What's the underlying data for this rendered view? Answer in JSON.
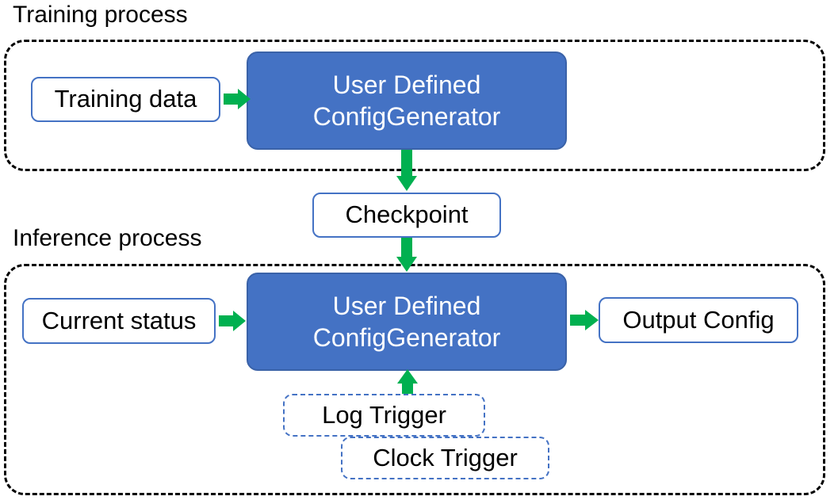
{
  "diagram": {
    "title_training": "Training process",
    "title_inference": "Inference process",
    "colors": {
      "process_fill": "#4472C4",
      "process_text": "#FFFFFF",
      "box_border": "#4472C4",
      "arrow": "#00B050",
      "group_border": "#000000",
      "trigger_border": "#4472C4",
      "text": "#000000"
    }
  },
  "training": {
    "label": "Training process",
    "input_box": {
      "label": "Training data"
    },
    "process_box": {
      "line1": "User Defined",
      "line2": "ConfigGenerator"
    }
  },
  "checkpoint": {
    "label": "Checkpoint"
  },
  "inference": {
    "label": "Inference process",
    "input_box": {
      "label": "Current status"
    },
    "process_box": {
      "line1": "User Defined",
      "line2": "ConfigGenerator"
    },
    "output_box": {
      "label": "Output Config"
    },
    "triggers": [
      {
        "label": "Log Trigger"
      },
      {
        "label": "Clock Trigger"
      }
    ]
  },
  "arrows": [
    {
      "name": "training-data-to-generator",
      "from": "Training data",
      "to": "User Defined ConfigGenerator",
      "direction": "right"
    },
    {
      "name": "generator-to-checkpoint",
      "from": "User Defined ConfigGenerator",
      "to": "Checkpoint",
      "direction": "down"
    },
    {
      "name": "checkpoint-to-inference-generator",
      "from": "Checkpoint",
      "to": "User Defined ConfigGenerator",
      "direction": "down"
    },
    {
      "name": "current-status-to-generator",
      "from": "Current status",
      "to": "User Defined ConfigGenerator",
      "direction": "right"
    },
    {
      "name": "generator-to-output-config",
      "from": "User Defined ConfigGenerator",
      "to": "Output Config",
      "direction": "right"
    },
    {
      "name": "triggers-to-generator",
      "from": "Log Trigger",
      "to": "User Defined ConfigGenerator",
      "direction": "up"
    }
  ]
}
